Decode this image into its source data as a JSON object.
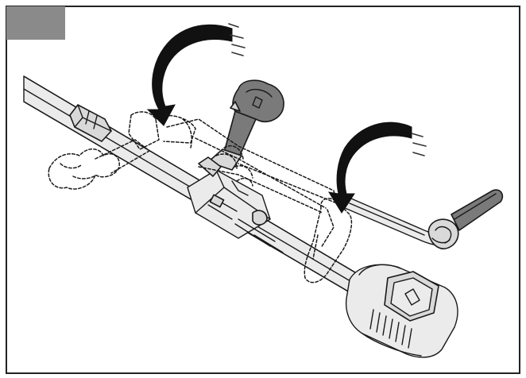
{
  "figure": {
    "step_marker_color": "#8a8a8a",
    "frame_color": "#222222",
    "line_color": "#1a1a1a",
    "arrow_color": "#111111",
    "parts": [
      "shaft",
      "front-handle-ghost",
      "front-handle",
      "rear-handle-ghost",
      "rear-handle",
      "handle-clamp",
      "battery-housing",
      "rotation-arrow-front",
      "rotation-arrow-rear"
    ]
  }
}
